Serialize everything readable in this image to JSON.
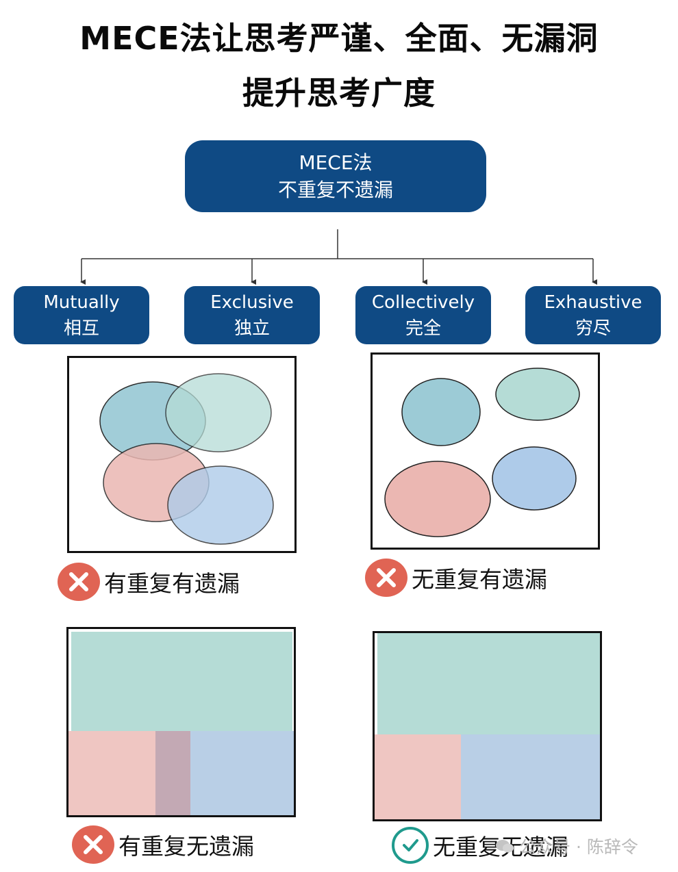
{
  "title": {
    "line1": "MECE法让思考严谨、全面、无漏洞",
    "line2": "提升思考广度"
  },
  "root": {
    "line1": "MECE法",
    "line2": "不重复不遗漏"
  },
  "categories": [
    {
      "en": "Mutually",
      "zh": "相互"
    },
    {
      "en": "Exclusive",
      "zh": "独立"
    },
    {
      "en": "Collectively",
      "zh": "完全"
    },
    {
      "en": "Exhaustive",
      "zh": "穷尽"
    }
  ],
  "examples": [
    {
      "verdict": "有重复有遗漏",
      "status": "incorrect"
    },
    {
      "verdict": "无重复有遗漏",
      "status": "incorrect"
    },
    {
      "verdict": "有重复无遗漏",
      "status": "incorrect"
    },
    {
      "verdict": "无重复无遗漏",
      "status": "correct"
    }
  ],
  "colors": {
    "box_fill": "#0f4a84",
    "teal_blue": "#9ccbd6",
    "mint": "#b5dcd6",
    "pink": "#ebb7b2",
    "blue": "#aecbe9",
    "cross": "#e06454",
    "check": "#1f9a8d"
  },
  "watermark": {
    "text": "公众号 · 陈辞令"
  }
}
